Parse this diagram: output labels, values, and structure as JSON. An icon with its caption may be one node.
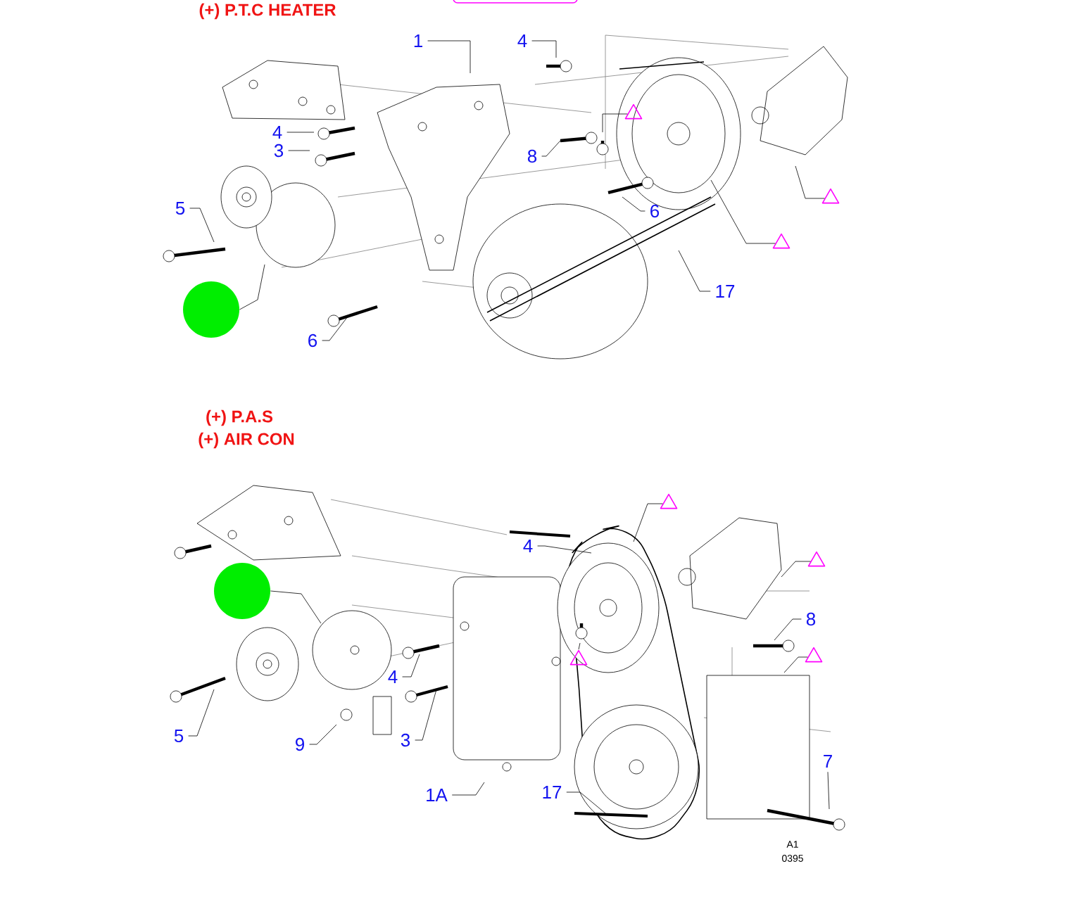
{
  "diagram": {
    "nodes": [
      {
        "text": [
          "1"
        ]
      },
      {
        "text": [
          "4"
        ]
      },
      {
        "text": [],
        "shape": "triangle"
      },
      {
        "text": [
          "4"
        ]
      },
      {
        "text": [
          "3"
        ]
      },
      {
        "text": [
          "8"
        ]
      },
      {
        "text": [],
        "shape": "triangle"
      },
      {
        "text": [
          "5"
        ]
      },
      {
        "text": [
          "6"
        ]
      },
      {
        "text": [],
        "shape": "triangle"
      },
      {
        "text": [
          "17"
        ]
      },
      {
        "text": [],
        "shape": "circle"
      },
      {
        "text": [
          "6"
        ]
      },
      {
        "text": [],
        "shape": "triangle"
      },
      {
        "text": [
          "4"
        ]
      },
      {
        "text": [],
        "shape": "triangle"
      },
      {
        "text": [],
        "shape": "circle"
      },
      {
        "text": [
          "8"
        ]
      },
      {
        "text": [],
        "shape": "triangle"
      },
      {
        "text": [],
        "shape": "triangle"
      },
      {
        "text": [
          "4"
        ]
      },
      {
        "text": [
          "5"
        ]
      },
      {
        "text": [
          "9"
        ]
      },
      {
        "text": [
          "3"
        ]
      },
      {
        "text": [
          "7"
        ]
      },
      {
        "text": [
          "1A"
        ]
      },
      {
        "text": [
          "17"
        ]
      }
    ],
    "edges": [
      {
        "from": 0,
        "to": null,
        "arrow": "none"
      },
      {
        "from": 1,
        "to": null,
        "arrow": "none"
      },
      {
        "from": 2,
        "to": null,
        "arrow": "none"
      },
      {
        "from": 3,
        "to": null,
        "arrow": "none"
      },
      {
        "from": 4,
        "to": null,
        "arrow": "none"
      },
      {
        "from": 5,
        "to": null,
        "arrow": "none"
      },
      {
        "from": 6,
        "to": null,
        "arrow": "none"
      },
      {
        "from": 7,
        "to": null,
        "arrow": "none"
      },
      {
        "from": 8,
        "to": null,
        "arrow": "none"
      },
      {
        "from": 9,
        "to": null,
        "arrow": "none"
      },
      {
        "from": 10,
        "to": null,
        "arrow": "none"
      },
      {
        "from": 11,
        "to": null,
        "arrow": "none"
      },
      {
        "from": 12,
        "to": null,
        "arrow": "none"
      },
      {
        "from": 13,
        "to": null,
        "arrow": "none"
      },
      {
        "from": 14,
        "to": null,
        "arrow": "none"
      },
      {
        "from": 15,
        "to": null,
        "arrow": "none"
      },
      {
        "from": 16,
        "to": null,
        "arrow": "none"
      },
      {
        "from": 17,
        "to": null,
        "arrow": "none"
      },
      {
        "from": 18,
        "to": null,
        "arrow": "none"
      },
      {
        "from": 19,
        "to": null,
        "arrow": "none"
      },
      {
        "from": 20,
        "to": null,
        "arrow": "none"
      },
      {
        "from": 21,
        "to": null,
        "arrow": "none"
      },
      {
        "from": 22,
        "to": null,
        "arrow": "none"
      },
      {
        "from": 23,
        "to": null,
        "arrow": "none"
      },
      {
        "from": 24,
        "to": null,
        "arrow": "none"
      },
      {
        "from": 25,
        "to": null,
        "arrow": "none"
      },
      {
        "from": 26,
        "to": null,
        "arrow": "none"
      }
    ],
    "labels": [
      "(+) P.T.C HEATER",
      "(+) P.A.S",
      "(+) AIR CON",
      "A1",
      "0395"
    ]
  }
}
